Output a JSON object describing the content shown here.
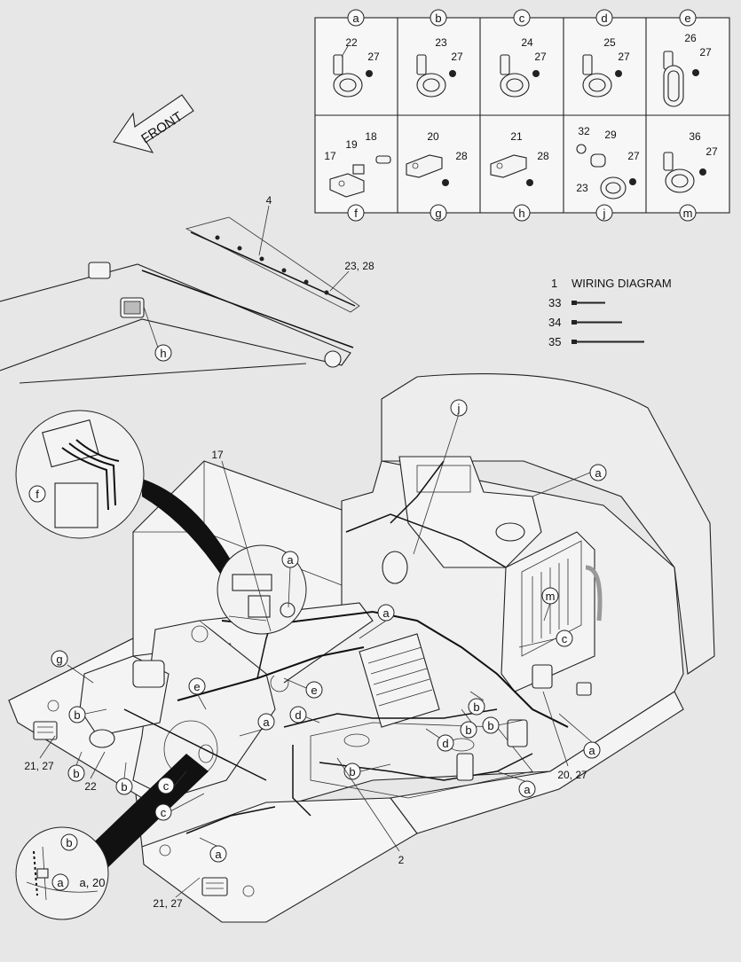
{
  "front_label": "FRONT",
  "legend": {
    "diagram_num": "1",
    "diagram_label": "WIRING DIAGRAM",
    "ties": [
      "33",
      "34",
      "35"
    ]
  },
  "grid": {
    "cells": [
      {
        "letter": "a",
        "parts": [
          "22",
          "27"
        ]
      },
      {
        "letter": "b",
        "parts": [
          "23",
          "27"
        ]
      },
      {
        "letter": "c",
        "parts": [
          "24",
          "27"
        ]
      },
      {
        "letter": "d",
        "parts": [
          "25",
          "27"
        ]
      },
      {
        "letter": "e",
        "parts": [
          "26",
          "27"
        ]
      },
      {
        "letter": "f",
        "parts": [
          "17",
          "19",
          "18"
        ]
      },
      {
        "letter": "g",
        "parts": [
          "20",
          "28"
        ]
      },
      {
        "letter": "h",
        "parts": [
          "21",
          "28"
        ]
      },
      {
        "letter": "j",
        "parts": [
          "32",
          "29",
          "27",
          "23"
        ]
      },
      {
        "letter": "m",
        "parts": [
          "36",
          "27"
        ]
      }
    ]
  },
  "boom_labels": {
    "harness": "4",
    "clamp": "23, 28",
    "callout": "h"
  },
  "frame_labels": {
    "bracket_17": "17",
    "left_20_27": "21, 27",
    "left_22": "22",
    "right_20_27": "20, 27",
    "bottom_21_27": "21, 27",
    "main_2": "2",
    "detail_a20": "a, 20"
  },
  "callouts": [
    "f",
    "a",
    "j",
    "a",
    "a",
    "g",
    "e",
    "e",
    "b",
    "b",
    "a",
    "a",
    "d",
    "d",
    "c",
    "c",
    "b",
    "b",
    "b",
    "a",
    "b",
    "a",
    "m",
    "c",
    "b",
    "a",
    "b"
  ]
}
